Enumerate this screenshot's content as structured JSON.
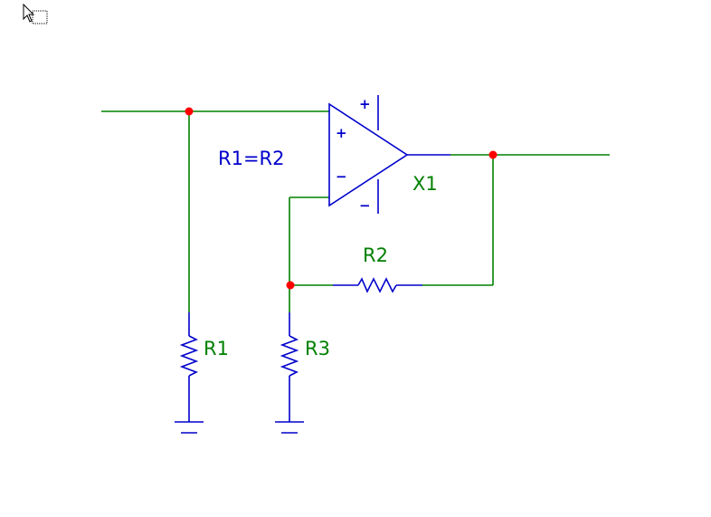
{
  "labels": {
    "opamp_ref": "X1",
    "r1": "R1",
    "r2": "R2",
    "r3": "R3",
    "note": "R1=R2",
    "opamp_plus_input": "+",
    "opamp_minus_input": "−",
    "supply_plus": "+",
    "supply_minus": "−"
  },
  "colors": {
    "wire": "#008000",
    "component": "#0000cc",
    "junction": "#ff0000",
    "ref_label": "#008000",
    "note_label": "#0000cc"
  },
  "icons": {
    "cursor": "arrow-with-dotted-box-cursor"
  }
}
